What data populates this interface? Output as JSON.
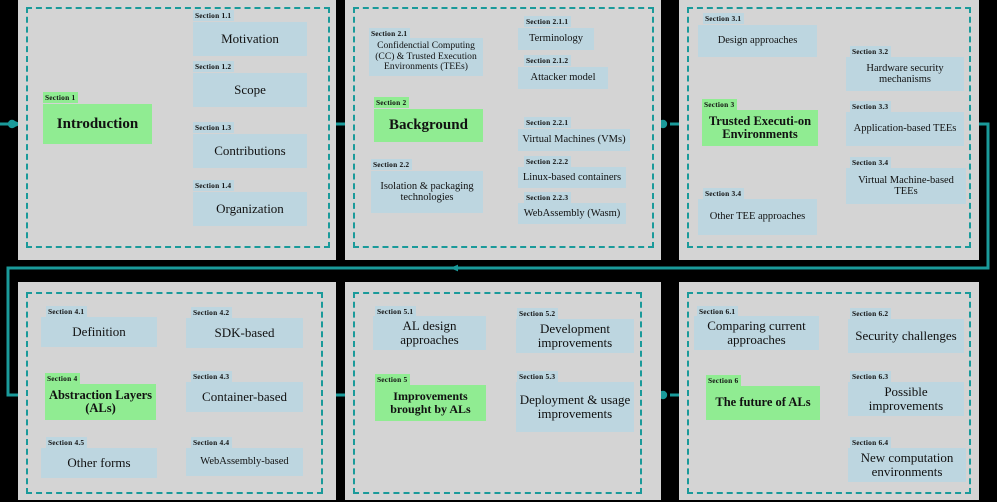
{
  "meta": {
    "title": "Survey structure roadmap",
    "colors": {
      "accent_teal": "#1a9a9a",
      "box_blue": "#bdd6e0",
      "box_green": "#90ec92",
      "panel_gray": "#d4d4d4",
      "page_black": "#000000",
      "arrow_dark": "#2b2b2b"
    }
  },
  "panels": [
    {
      "id": "panel-1",
      "root": {
        "tag": "Section 1",
        "label": "Introduction"
      },
      "children": [
        {
          "tag": "Section 1.1",
          "label": "Motivation"
        },
        {
          "tag": "Section 1.2",
          "label": "Scope"
        },
        {
          "tag": "Section 1.3",
          "label": "Contributions"
        },
        {
          "tag": "Section 1.4",
          "label": "Organization"
        }
      ]
    },
    {
      "id": "panel-2",
      "root": {
        "tag": "Section 2",
        "label": "Background"
      },
      "branch_top": {
        "tag": "Section 2.1",
        "label": "Confidenctial Computing (CC) & Trusted Execution Environments (TEEs)",
        "children": [
          {
            "tag": "Section 2.1.1",
            "label": "Terminology"
          },
          {
            "tag": "Section 2.1.2",
            "label": "Attacker model"
          }
        ]
      },
      "branch_bottom": {
        "tag": "Section 2.2",
        "label": "Isolation & packaging technologies",
        "children": [
          {
            "tag": "Section 2.2.1",
            "label": "Virtual Machines (VMs)"
          },
          {
            "tag": "Section 2.2.2",
            "label": "Linux-based containers"
          },
          {
            "tag": "Section 2.2.3",
            "label": "WebAssembly (Wasm)"
          }
        ]
      }
    },
    {
      "id": "panel-3",
      "root": {
        "tag": "Section 3",
        "label": "Trusted Executi-on Environments"
      },
      "left_top": {
        "tag": "Section 3.1",
        "label": "Design approaches"
      },
      "left_bottom": {
        "tag": "Section 3.4",
        "label": "Other TEE approaches"
      },
      "children": [
        {
          "tag": "Section 3.2",
          "label": "Hardware security mechanisms"
        },
        {
          "tag": "Section 3.3",
          "label": "Application-based TEEs"
        },
        {
          "tag": "Section 3.4",
          "label": "Virtual Machine-based TEEs"
        }
      ]
    },
    {
      "id": "panel-4",
      "root": {
        "tag": "Section 4",
        "label": "Abstraction Layers (ALs)"
      },
      "left_top": {
        "tag": "Section 4.1",
        "label": "Definition"
      },
      "left_bottom": {
        "tag": "Section 4.5",
        "label": "Other forms"
      },
      "children": [
        {
          "tag": "Section 4.2",
          "label": "SDK-based"
        },
        {
          "tag": "Section 4.3",
          "label": "Container-based"
        },
        {
          "tag": "Section 4.4",
          "label": "WebAssembly-based"
        }
      ]
    },
    {
      "id": "panel-5",
      "root": {
        "tag": "Section 5",
        "label": "Improvements brought by ALs"
      },
      "left_top": {
        "tag": "Section 5.1",
        "label": "AL design approaches"
      },
      "children": [
        {
          "tag": "Section 5.2",
          "label": "Development improvements"
        },
        {
          "tag": "Section 5.3",
          "label": "Deployment & usage improvements"
        }
      ]
    },
    {
      "id": "panel-6",
      "root": {
        "tag": "Section 6",
        "label": "The future of ALs"
      },
      "left_top": {
        "tag": "Section 6.1",
        "label": "Comparing current approaches"
      },
      "children": [
        {
          "tag": "Section 6.2",
          "label": "Security challenges"
        },
        {
          "tag": "Section 6.3",
          "label": "Possible improvements"
        },
        {
          "tag": "Section 6.4",
          "label": "New computation environments"
        }
      ]
    }
  ]
}
